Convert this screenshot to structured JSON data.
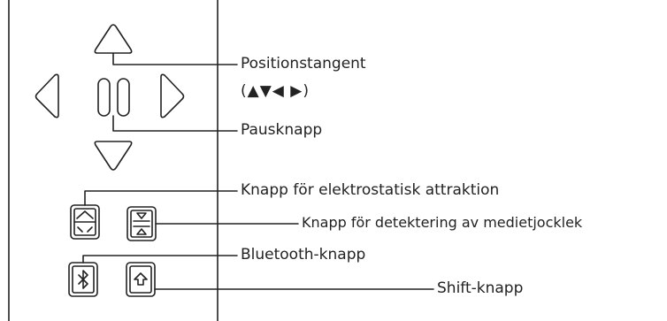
{
  "labels": {
    "position_key": "Positionstangent",
    "position_key_symbols": "(▲▼◀ ▶)",
    "pause_button": "Pausknapp",
    "electrostatic_button": "Knapp för elektrostatisk attraktion",
    "media_thickness_button": "Knapp för detektering av medietjocklek",
    "bluetooth_button": "Bluetooth-knapp",
    "shift_button": "Shift-knapp"
  },
  "colors": {
    "stroke": "#222222",
    "background": "#ffffff"
  },
  "icons": [
    "up-arrow-icon",
    "down-arrow-icon",
    "left-arrow-icon",
    "right-arrow-icon",
    "pause-icon",
    "electrostatic-icon",
    "media-thickness-icon",
    "bluetooth-icon",
    "shift-icon"
  ]
}
